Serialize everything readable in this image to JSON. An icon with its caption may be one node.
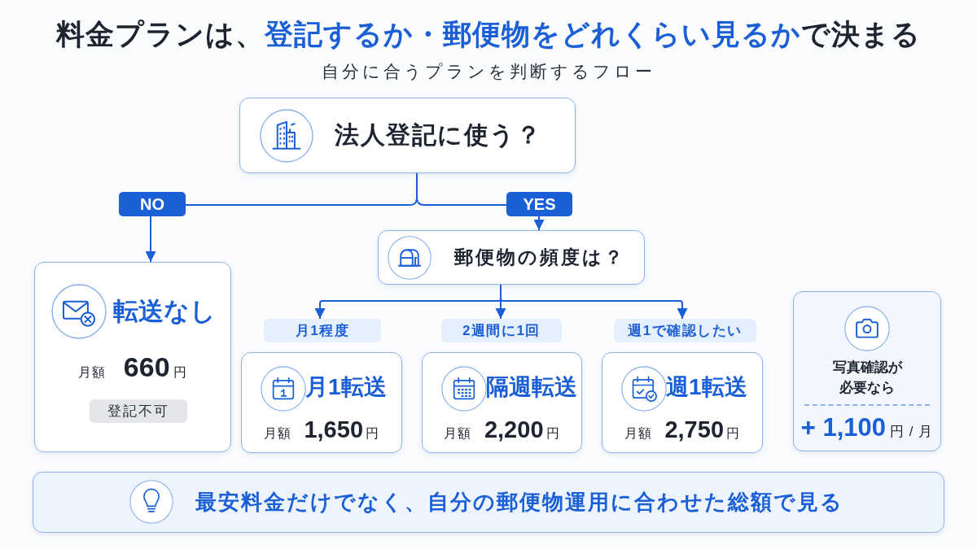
{
  "diagram": {
    "title": "料金プランは、**登記するか・郵便物をどれくらい見るか**で決まる",
    "nodes": [
      {
        "text": [
          "法人登記に使う？"
        ]
      },
      {
        "text": [
          "郵便物の頻度は？"
        ]
      },
      {
        "text": [
          "転送なし",
          "月額 **660**円"
        ]
      },
      {
        "text": [
          "登記不可"
        ],
        "in": 2
      },
      {
        "text": [
          "月1程度"
        ]
      },
      {
        "text": [
          "2週間に1回"
        ]
      },
      {
        "text": [
          "週1で確認したい"
        ]
      },
      {
        "text": [
          "月1転送",
          "月額 **1,650**円"
        ]
      },
      {
        "text": [
          "隔週転送",
          "月額 **2,200**円"
        ]
      },
      {
        "text": [
          "週1転送",
          "月額 **2,750**円"
        ]
      },
      {
        "text": [
          "写真確認が必要なら",
          "**+ 1,100**円 / 月"
        ]
      },
      {
        "text": [
          "最安料金だけでなく、自分の郵便物運用に合わせた総額で見る"
        ]
      }
    ],
    "edges": [
      {
        "from": 0,
        "to": 2,
        "arrow": "to",
        "label": "NO"
      },
      {
        "from": 0,
        "to": 1,
        "arrow": "to",
        "label": "YES"
      },
      {
        "from": 1,
        "to": 4,
        "arrow": "to"
      },
      {
        "from": 1,
        "to": 5,
        "arrow": "to"
      },
      {
        "from": 1,
        "to": 6,
        "arrow": "to"
      }
    ],
    "labels": [
      "自分に合うプランを判断するフロー"
    ]
  }
}
